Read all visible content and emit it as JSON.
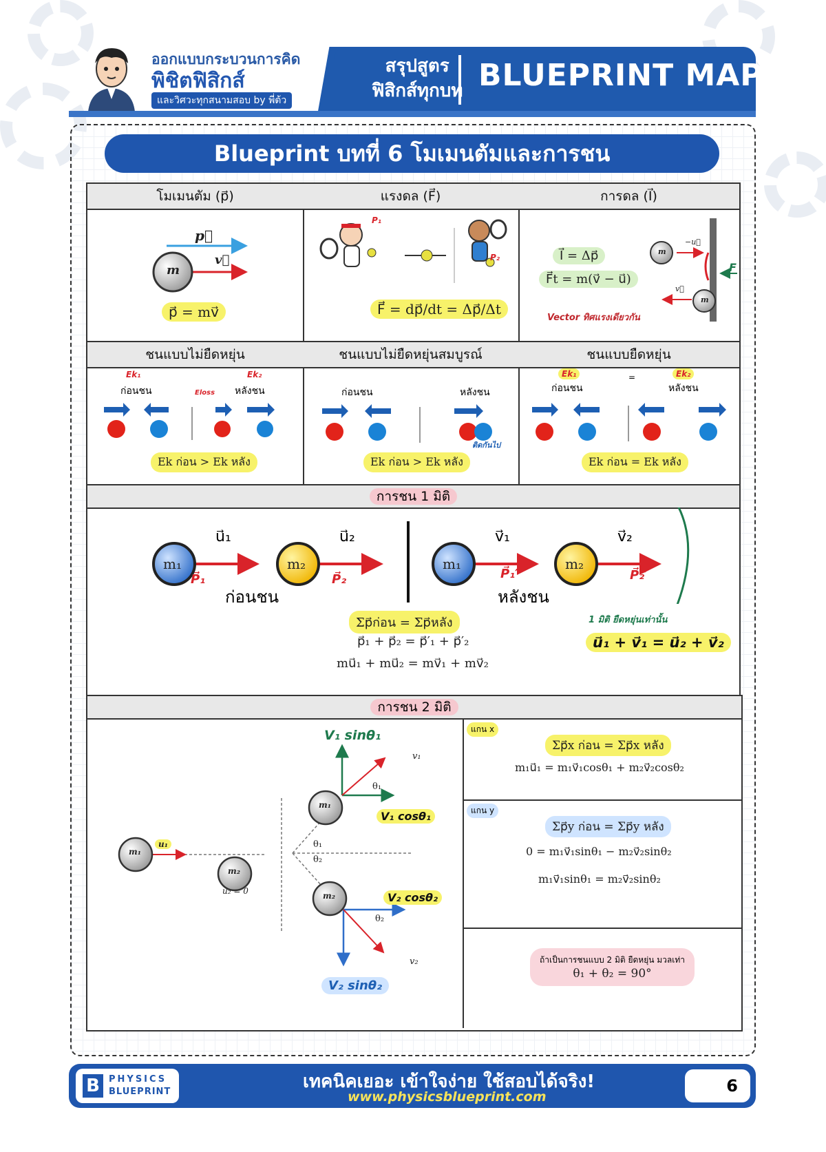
{
  "header": {
    "brand_line1": "ออกแบบกระบวนการคิด",
    "brand_line2": "พิชิตฟิสิกส์",
    "brand_line3": "และวิศวะทุกสนามสอบ by พี่ต้ว",
    "summary_line1": "สรุปสูตร",
    "summary_line2": "ฟิสิกส์ทุกบท",
    "map_title": "BLUEPRINT MAP"
  },
  "chapter_title": "Blueprint บทที่ 6 โมเมนตัมและการชน",
  "top_table": {
    "momentum": {
      "header": "โมเมนตัม (p⃗)",
      "p_label": "p⃗",
      "v_label": "v⃗",
      "mass": "m",
      "formula": "p⃗ = mv⃗"
    },
    "force": {
      "header": "แรงดล (F⃗)",
      "formula": "F⃗ = dp⃗/dt = Δp⃗/Δt",
      "p1": "P₁",
      "p2": "P₂"
    },
    "impulse": {
      "header": "การดล (I⃗)",
      "formula1": "I⃗ = Δp⃗",
      "formula2": "F⃗t = m(v⃗ − u⃗)",
      "note": "Vector ทิศแรงเดียวกัน",
      "mass": "m",
      "u_label": "−u⃗",
      "v_label": "v⃗",
      "f_label": "F"
    }
  },
  "collisions": {
    "inelastic": {
      "header": "ชนแบบไม่ยืดหยุ่น",
      "before": "ก่อนชน",
      "after": "หลังชน",
      "ek1": "Ek₁",
      "ek2": "Ek₂",
      "loss": "Eloss",
      "formula": "Ek ก่อน > Ek หลัง"
    },
    "perfect_inelastic": {
      "header": "ชนแบบไม่ยืดหยุ่นสมบูรณ์",
      "before": "ก่อนชน",
      "after": "หลังชน",
      "note": "ติดกันไป",
      "formula": "Ek ก่อน > Ek หลัง"
    },
    "elastic": {
      "header": "ชนแบบยืดหยุ่น",
      "before": "ก่อนชน",
      "after": "หลังชน",
      "ek1": "Ek₁",
      "ek2": "Ek₂",
      "eq": "=",
      "formula": "Ek ก่อน = Ek หลัง"
    }
  },
  "one_d": {
    "header": "การชน 1 มิติ",
    "m1": "m₁",
    "m2": "m₂",
    "u1": "u⃗₁",
    "u2": "u⃗₂",
    "v1": "v⃗₁",
    "v2": "v⃗₂",
    "p1": "P⃗₁",
    "p2": "P⃗₂",
    "p1p": "P⃗₁′",
    "p2p": "P⃗₂′",
    "before": "ก่อนชน",
    "after": "หลังชน",
    "eq1": "Σp⃗ก่อน = Σp⃗หลัง",
    "eq2": "p⃗₁ + p⃗₂ = p⃗′₁ + p⃗′₂",
    "eq3": "mu⃗₁ + mu⃗₂ = mv⃗₁ + mv⃗₂",
    "note": "1 มิติ ยืดหยุ่นเท่านั้น",
    "special": "u⃗₁ + v⃗₁ = u⃗₂ + v⃗₂"
  },
  "two_d": {
    "header": "การชน 2 มิติ",
    "m1": "m₁",
    "m2": "m₂",
    "u1": "u₁",
    "u2": "u₂ = 0",
    "v1": "v₁",
    "v2": "v₂",
    "t1": "θ₁",
    "t2": "θ₂",
    "v1sin": "V₁ sinθ₁",
    "v1cos": "V₁ cosθ₁",
    "v2cos": "V₂ cosθ₂",
    "v2sin": "V₂ sinθ₂",
    "x_axis": "แกน x",
    "x_eq1": "Σp⃗x ก่อน = Σp⃗x หลัง",
    "x_eq2": "m₁u⃗₁ = m₁v⃗₁cosθ₁ + m₂v⃗₂cosθ₂",
    "y_axis": "แกน y",
    "y_eq1": "Σp⃗y ก่อน = Σp⃗y หลัง",
    "y_eq2": "0 = m₁v⃗₁sinθ₁ − m₂v⃗₂sinθ₂",
    "y_eq3": "m₁v⃗₁sinθ₁ = m₂v⃗₂sinθ₂",
    "note": "ถ้าเป็นการชนแบบ 2 มิติ ยืดหยุ่น มวลเท่า",
    "note_eq": "θ₁ + θ₂ = 90°"
  },
  "footer": {
    "logo1": "PHYSICS",
    "logo2": "BLUEPRINT",
    "slogan": "เทคนิคเยอะ เข้าใจง่าย ใช้สอบได้จริง!",
    "url": "www.physicsblueprint.com",
    "page": "6"
  },
  "colors": {
    "brand_blue": "#1f56ae",
    "arrow_red": "#d9232a",
    "ball_red": "#e2231a",
    "ball_blue": "#1a83d6",
    "highlight": "#f7f26a",
    "green": "#1e7a4d"
  }
}
